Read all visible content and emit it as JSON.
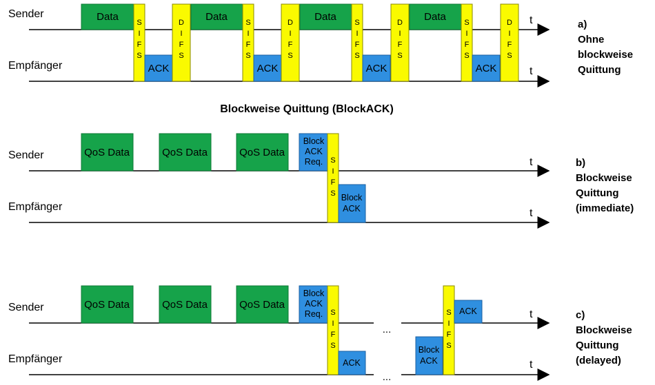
{
  "colors": {
    "data": "#16a34a",
    "data_border": "#0f7a36",
    "ack": "#2f8fe0",
    "ack_border": "#1b5fa0",
    "ifs": "#fafa00",
    "ifs_border": "#8a8a00",
    "line": "#000000"
  },
  "labels": {
    "sender": "Sender",
    "receiver": "Empfänger",
    "t": "t",
    "data": "Data",
    "ack": "ACK",
    "sifs": "SIFS",
    "difs": "DIFS",
    "qos_data": "QoS Data",
    "block_ack_req_1": "Block",
    "block_ack_req_2": "ACK",
    "block_ack_req_3": "Req.",
    "block_ack_1": "Block",
    "block_ack_2": "ACK",
    "ellipsis": "..."
  },
  "section_a": {
    "caption_1": "a)",
    "caption_2": "Ohne",
    "caption_3": "blockweise",
    "caption_4": "Quittung"
  },
  "title": "Blockweise Quittung (BlockACK)",
  "section_b": {
    "caption_1": "b)",
    "caption_2": "Blockweise",
    "caption_3": "Quittung",
    "caption_4": "(immediate)"
  },
  "section_c": {
    "caption_1": "c)",
    "caption_2": "Blockweise",
    "caption_3": "Quittung",
    "caption_4": "(delayed)"
  }
}
